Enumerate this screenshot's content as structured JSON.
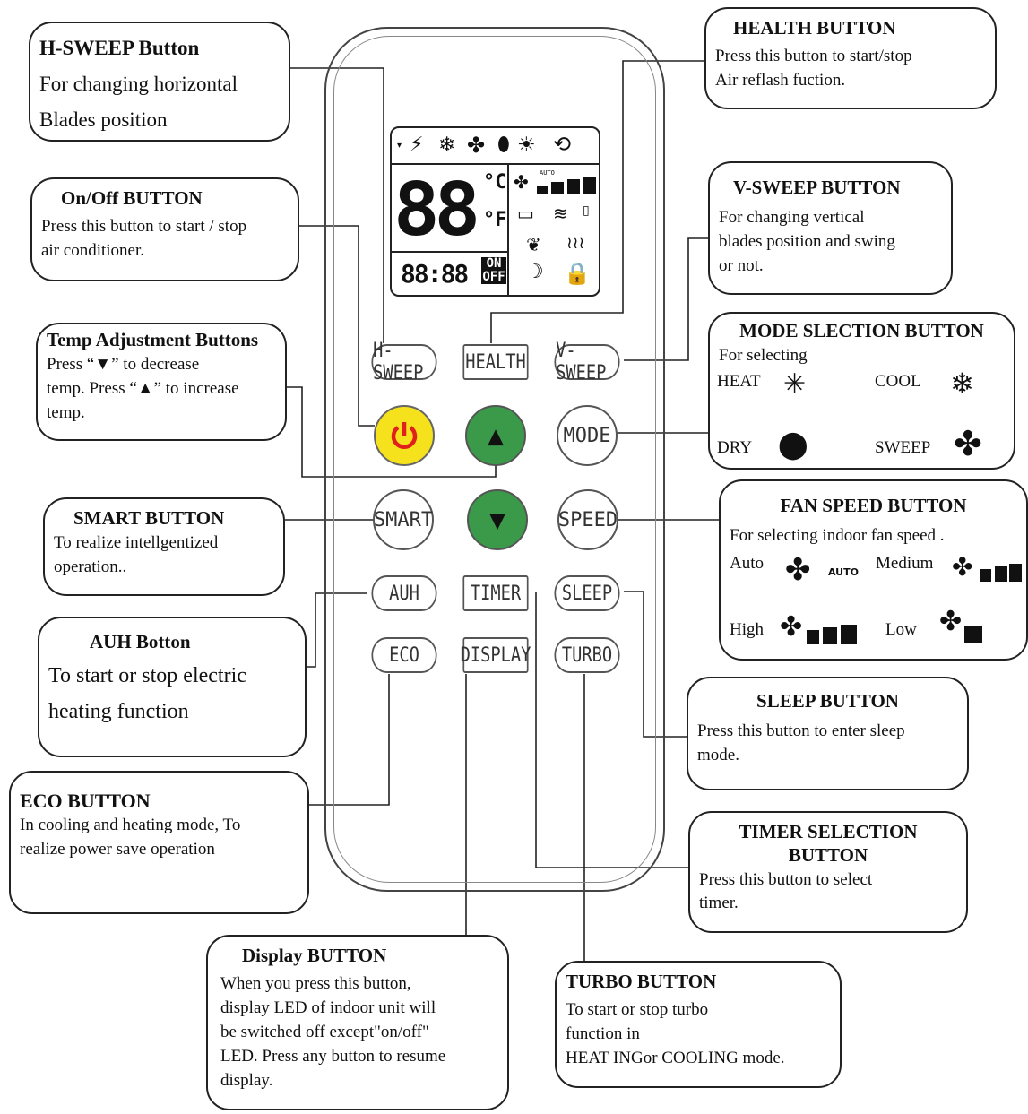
{
  "remote": {
    "lcd": {
      "digits": "88",
      "unit_c": "°C",
      "unit_f": "°F",
      "clock": "88:88",
      "on_off": "ON OFF",
      "auto": "AUTO"
    },
    "buttons": {
      "h_sweep": "H-SWEEP",
      "health": "HEALTH",
      "v_sweep": "V-SWEEP",
      "mode": "MODE",
      "smart": "SMART",
      "speed": "SPEED",
      "auh": "AUH",
      "timer": "TIMER",
      "sleep": "SLEEP",
      "eco": "ECO",
      "display": "DISPLAY",
      "turbo": "TURBO"
    },
    "colors": {
      "power": "#f5e11c",
      "power_icon": "#e0201c",
      "arrows": "#3a9a4a"
    }
  },
  "callouts": {
    "hsweep": {
      "title": "H-SWEEP    Button",
      "lines": [
        "For changing horizontal",
        "Blades position"
      ]
    },
    "onoff": {
      "title": "On/Off BUTTON",
      "lines": [
        "Press this button to start / stop",
        "air conditioner."
      ]
    },
    "temp": {
      "title": "Temp Adjustment Buttons",
      "lines": [
        "Press “▼” to decrease",
        "temp. Press “▲” to increase",
        "temp."
      ]
    },
    "smart": {
      "title": "SMART BUTTON",
      "lines": [
        "To realize intellgentized",
        "operation.."
      ]
    },
    "auh": {
      "title": "AUH Botton",
      "lines": [
        "To start or stop electric",
        "heating function"
      ]
    },
    "eco": {
      "title": "ECO    BUTTON",
      "lines": [
        "In cooling and heating mode, To",
        "realize power save operation"
      ]
    },
    "display": {
      "title": "Display BUTTON",
      "lines": [
        "When you press this button,",
        "display LED of indoor unit will",
        "be switched off except\"on/off\"",
        "LED. Press any button to resume",
        "display."
      ]
    },
    "turbo": {
      "title": "TURBO BUTTON",
      "lines": [
        "To start or stop turbo",
        "function   in",
        "HEAT INGor COOLING mode."
      ]
    },
    "timer": {
      "title1": "TIMER SELECTION",
      "title2": "BUTTON",
      "lines": [
        "Press   this   button   to   select",
        "timer."
      ]
    },
    "sleep": {
      "title": "SLEEP BUTTON",
      "lines": [
        "Press  this  button  to  enter  sleep",
        "mode."
      ]
    },
    "fan": {
      "title": "FAN SPEED BUTTON",
      "intro": "For selecting indoor fan speed .",
      "auto": "Auto",
      "auto_tag": "AUTO",
      "medium": "Medium",
      "high": "High",
      "low": "Low"
    },
    "mode": {
      "title": "MODE SLECTION BUTTON",
      "intro": "For selecting",
      "heat": "HEAT",
      "cool": "COOL",
      "dry": "DRY",
      "sweep": "SWEEP"
    },
    "vsweep": {
      "title": "V-SWEEP    BUTTON",
      "lines": [
        "For    changing    vertical",
        "blades  position  and  swing",
        "or not."
      ]
    },
    "health": {
      "title": "HEALTH    BUTTON",
      "lines": [
        "Press this button to start/stop",
        "Air reflash fuction."
      ]
    }
  }
}
